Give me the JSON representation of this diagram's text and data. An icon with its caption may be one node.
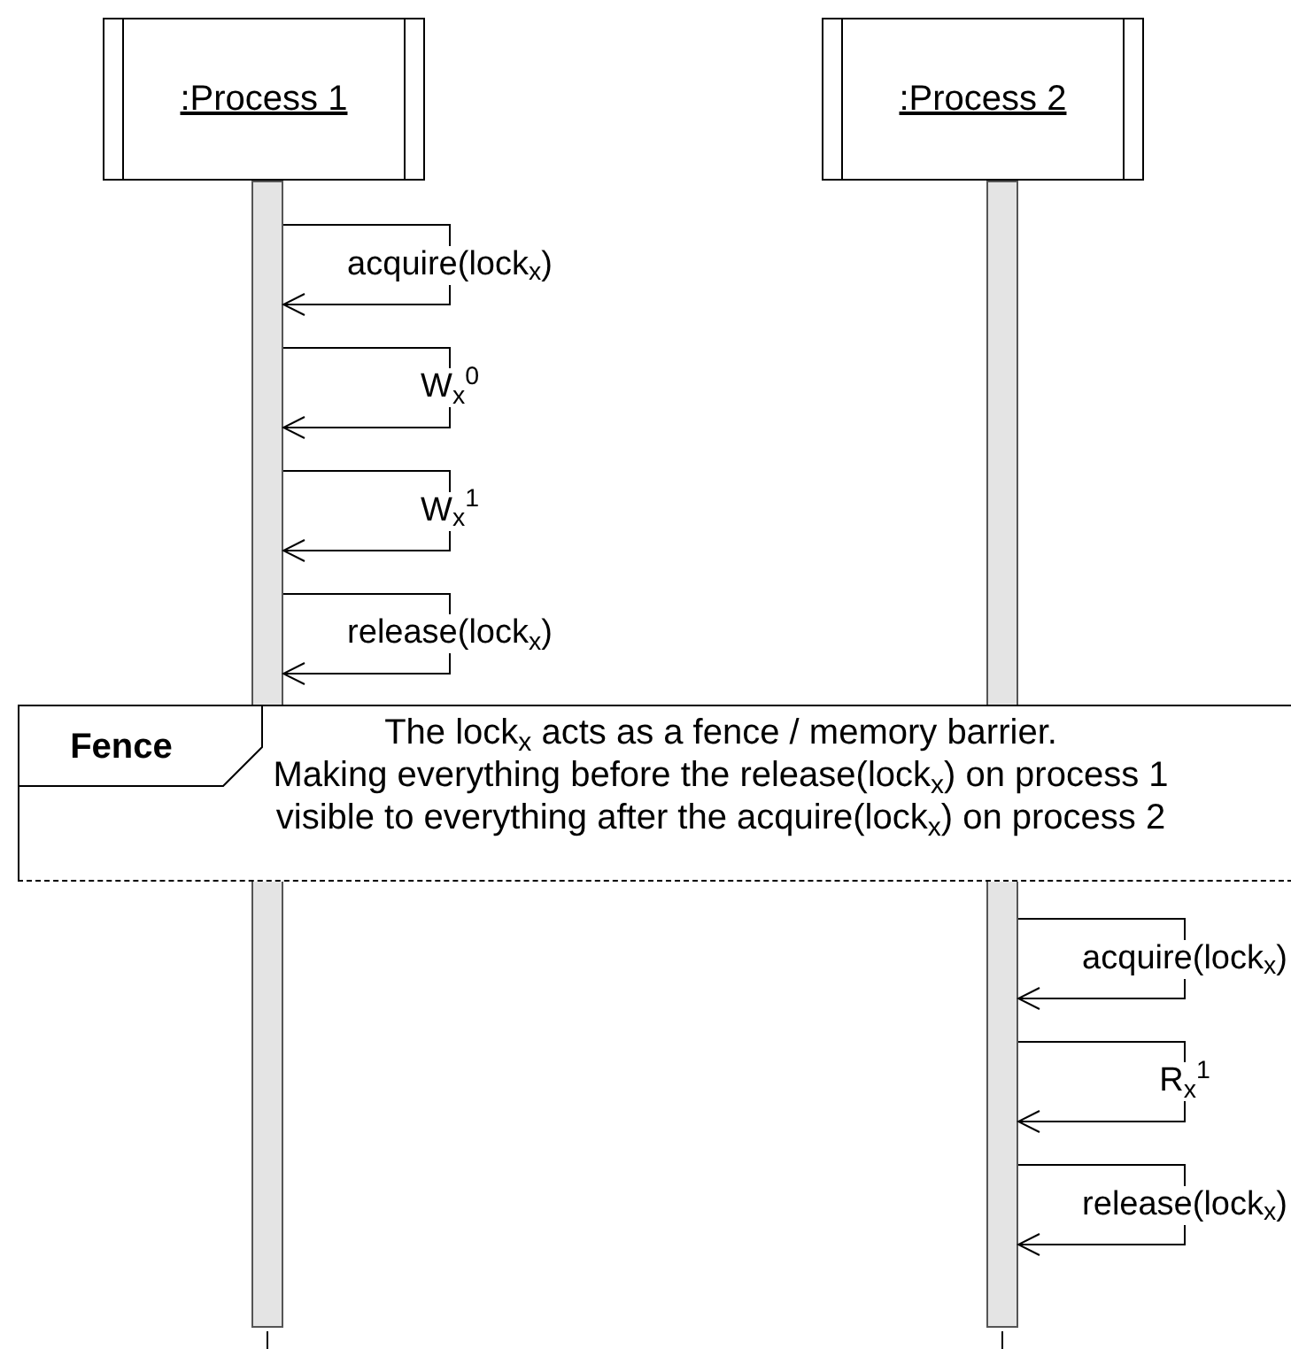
{
  "diagram": {
    "nodes": [
      {
        "text": [
          ":Process 1"
        ]
      },
      {
        "text": [
          ":Process 2"
        ]
      },
      {
        "text": [],
        "shape": "bar"
      },
      {
        "text": [],
        "shape": "bar"
      },
      {
        "text": [
          "Fence",
          "The lock$_{x}$ acts as a fence / memory barrier.",
          "Making everything before the release(lock$_{x}$) on process 1 visible to everything after the acquire(lock$_{x}$) on process 2"
        ]
      }
    ],
    "edges": [
      {
        "from": 2,
        "to": 2,
        "arrow": "to",
        "label": "acquire(lock$_{x}$)"
      },
      {
        "from": 2,
        "to": 2,
        "arrow": "to",
        "label": "W$_{x}$$^{0}$"
      },
      {
        "from": 2,
        "to": 2,
        "arrow": "to",
        "label": "W$_{x}$$^{1}$"
      },
      {
        "from": 2,
        "to": 2,
        "arrow": "to",
        "label": "release(lock$_{x}$)"
      },
      {
        "from": 3,
        "to": 3,
        "arrow": "to",
        "label": "acquire(lock$_{x}$)"
      },
      {
        "from": 3,
        "to": 3,
        "arrow": "to",
        "label": "R$_{x}$$^{1}$"
      },
      {
        "from": 3,
        "to": 3,
        "arrow": "to",
        "label": "release(lock$_{x}$)"
      }
    ]
  }
}
